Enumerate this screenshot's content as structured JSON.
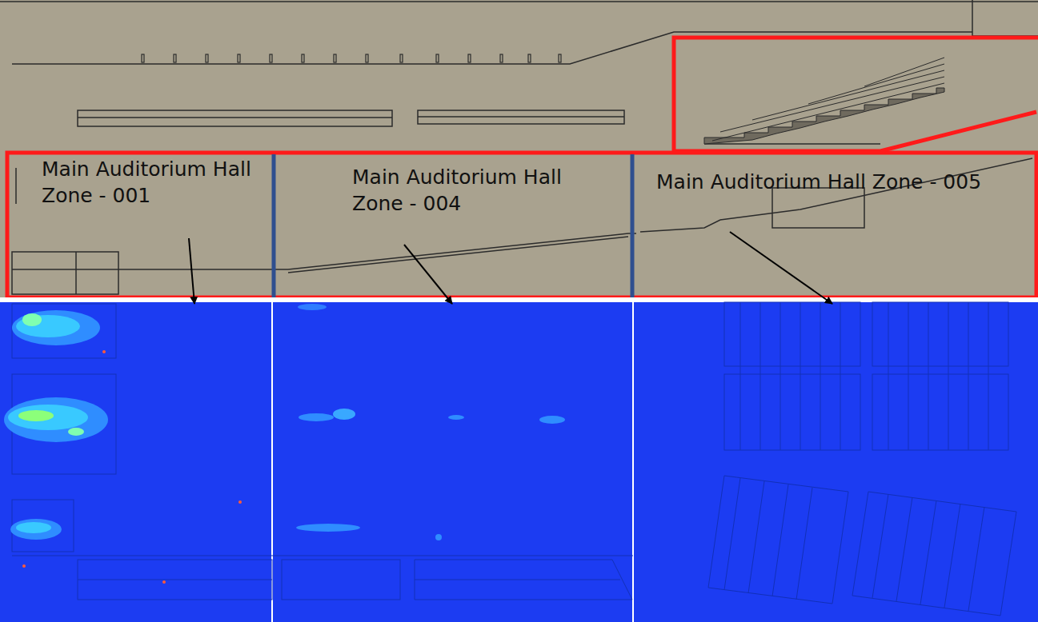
{
  "diagram": {
    "nodes": [
      {
        "text": [
          "Main Auditorium Hall Zone - 001"
        ]
      },
      {
        "text": [
          "Main Auditorium Hall Zone - 004"
        ]
      },
      {
        "text": [
          "Main Auditorium Hall Zone - 005"
        ]
      }
    ]
  }
}
